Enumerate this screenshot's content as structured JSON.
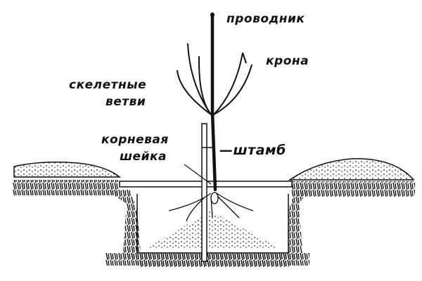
{
  "diagram": {
    "type": "tree-planting-scheme",
    "labels": {
      "leader": "проводник",
      "crown": "крона",
      "skeletal_branches_line1": "скелетные",
      "skeletal_branches_line2": "ветви",
      "root_collar_line1": "корневая",
      "root_collar_line2": "шейка",
      "trunk": "—штамб"
    },
    "colors": {
      "ink": "#111111",
      "background": "#ffffff"
    }
  }
}
